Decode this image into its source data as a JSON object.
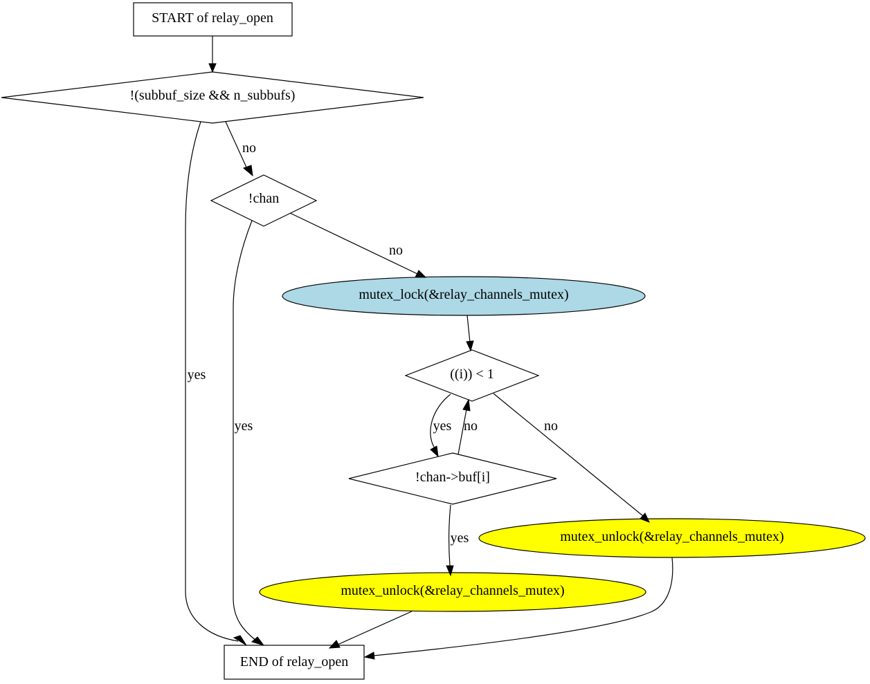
{
  "diagram": {
    "colors": {
      "lock_fill": "#add8e6",
      "unlock_fill": "#ffff00",
      "default_fill": "#ffffff",
      "stroke": "#000000"
    },
    "nodes": {
      "start": "START of relay_open",
      "cond_size": "!(subbuf_size && n_subbufs)",
      "cond_chan": "!chan",
      "lock": "mutex_lock(&relay_channels_mutex)",
      "cond_loop": "((i)) < 1",
      "cond_buf": "!chan->buf[i]",
      "unlock_right": "mutex_unlock(&relay_channels_mutex)",
      "unlock_bottom": "mutex_unlock(&relay_channels_mutex)",
      "end": "END of relay_open"
    },
    "edge_labels": {
      "size_to_chan": "no",
      "size_to_end": "yes",
      "chan_to_end": "yes",
      "chan_to_lock": "no",
      "loop_to_buf": "yes",
      "buf_to_loop": "no",
      "loop_to_unlock": "no",
      "buf_to_unlock": "yes"
    }
  }
}
